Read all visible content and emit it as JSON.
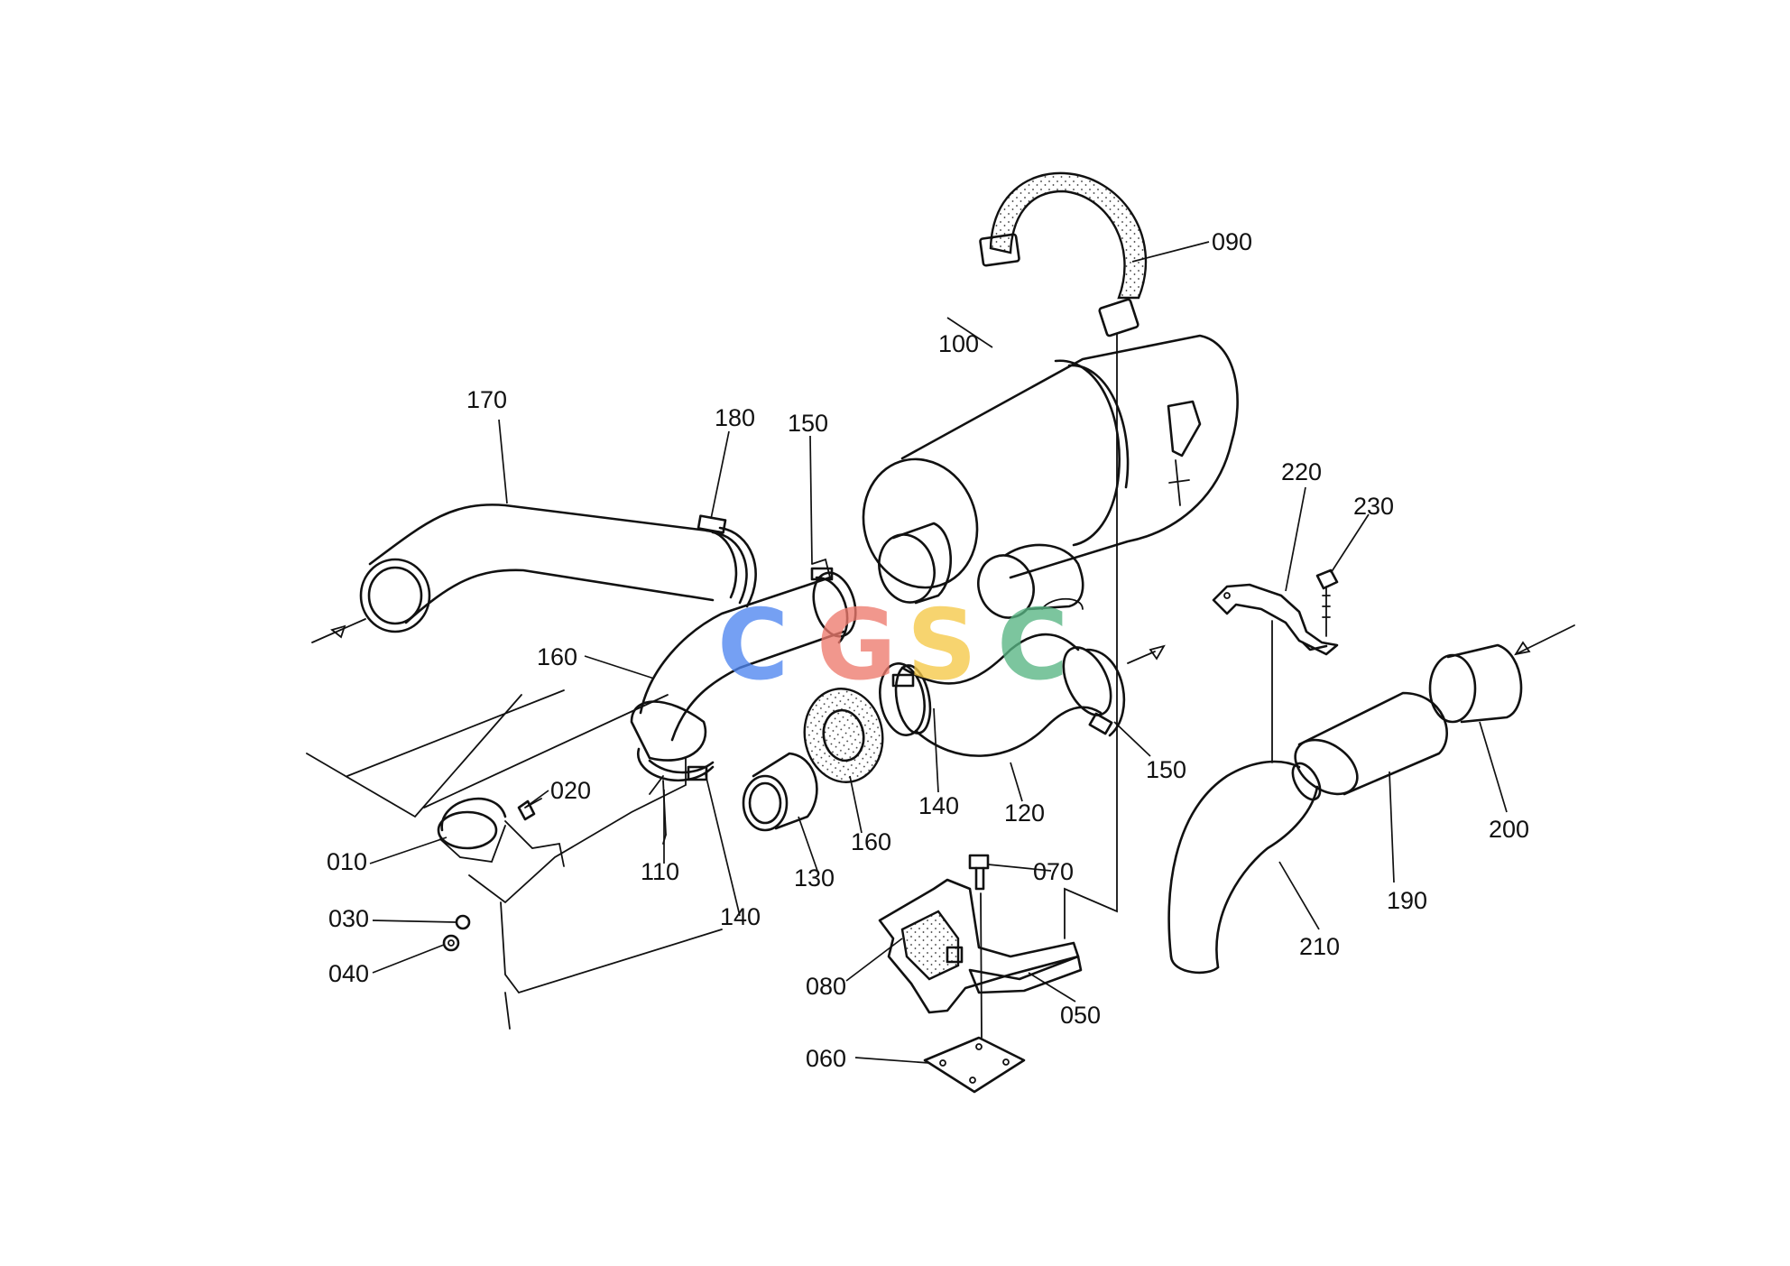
{
  "watermark": {
    "letters": [
      {
        "char": "C",
        "color": "#4f86f0"
      },
      {
        "char": "G",
        "color": "#ee7a6e"
      },
      {
        "char": "S",
        "color": "#f5c947"
      },
      {
        "char": "C",
        "color": "#58b584"
      }
    ]
  },
  "callouts": {
    "p010": "010",
    "p020": "020",
    "p030": "030",
    "p040": "040",
    "p050": "050",
    "p060": "060",
    "p070": "070",
    "p080": "080",
    "p090": "090",
    "p100": "100",
    "p110": "110",
    "p120": "120",
    "p130": "130",
    "p140a": "140",
    "p140b": "140",
    "p150a": "150",
    "p150b": "150",
    "p160a": "160",
    "p160b": "160",
    "p170": "170",
    "p180": "180",
    "p190": "190",
    "p200": "200",
    "p210": "210",
    "p220": "220",
    "p230": "230"
  }
}
